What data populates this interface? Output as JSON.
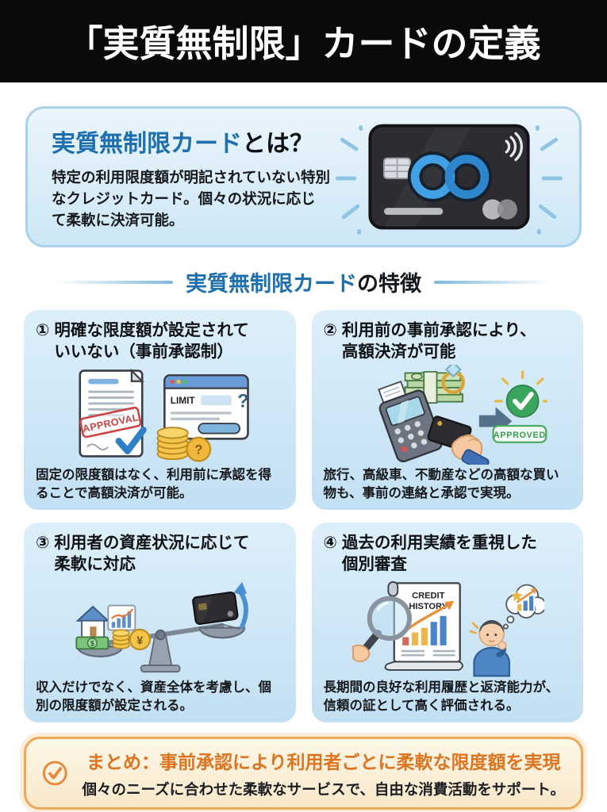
{
  "header": {
    "title": "「実質無制限」カードの定義"
  },
  "intro": {
    "title_highlight": "実質無制限カード",
    "title_rest": "とは？",
    "body": "特定の利用限度額が明記されていない特別なクレジットカード。個々の状況に応じて柔軟に決済可能。"
  },
  "features": {
    "heading_highlight": "実質無制限カード",
    "heading_rest": "の特徴",
    "items": [
      {
        "number": "①",
        "title": "明確な限度額が設定されて\nいいない（事前承認制）",
        "caption": "固定の限度額はなく、利用前に承認を得ることで高額決済が可能。",
        "stamp_label": "APPROVAL",
        "browser_label": "LIMIT",
        "question_label": "?"
      },
      {
        "number": "②",
        "title": "利用前の事前承認により、\n高額決済が可能",
        "caption": "旅行、高級車、不動産などの高額な買い物も、事前の連絡と承認で実現。",
        "approved_label": "APPROVED"
      },
      {
        "number": "③",
        "title": "利用者の資産状況に応じて\n柔軟に対応",
        "caption": "収入だけでなく、資産全体を考慮し、個別の限度額が設定される。",
        "yen_symbol": "¥",
        "dollar_symbol": "$"
      },
      {
        "number": "④",
        "title": "過去の利用実績を重視した\n個別審査",
        "caption": "長期間の良好な利用履歴と返済能力が、信頼の証として高く評価される。",
        "doc_title_line1": "CREDIT",
        "doc_title_line2": "HISTORY"
      }
    ]
  },
  "summary": {
    "title": "まとめ：事前承認により利用者ごとに柔軟な限度額を実現",
    "body": "個々のニーズに合わせた柔軟なサービスで、自由な消費活動をサポート。"
  },
  "colors": {
    "accent_blue": "#1e6fae",
    "box_blue_top": "#ddeffa",
    "box_blue_bottom": "#c2e0f3",
    "summary_orange": "#dd7420",
    "summary_border": "#f0a758",
    "header_bg": "#0a0a0b",
    "approved_green": "#3aa55c",
    "stamp_red": "#cc4444"
  }
}
